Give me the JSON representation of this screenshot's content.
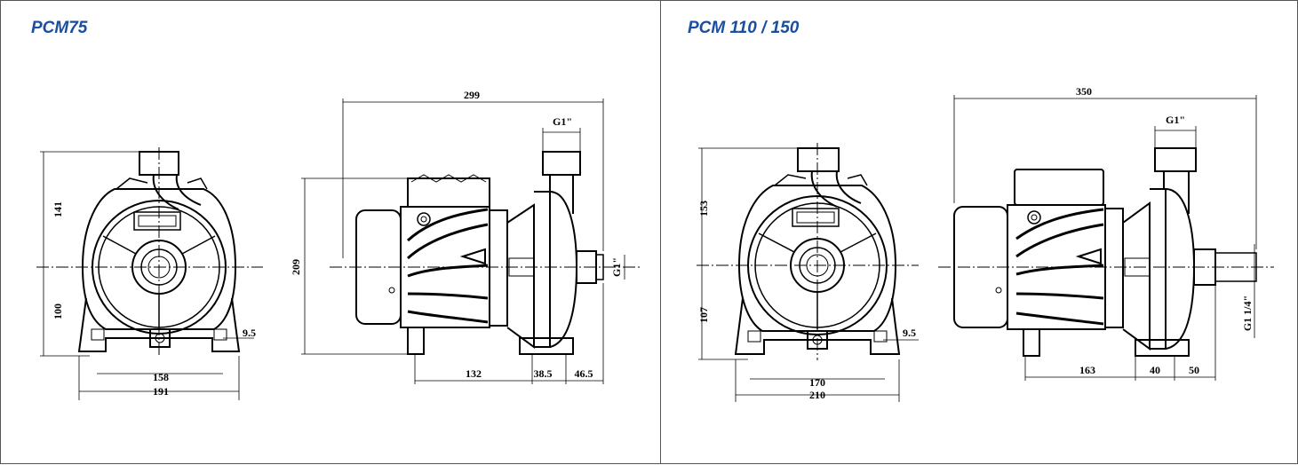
{
  "panels": [
    {
      "title": "PCM75",
      "dims": {
        "total_length": "299",
        "outlet_thread": "G1\"",
        "inlet_thread": "G1\"",
        "height_top": "141",
        "height_bottom": "100",
        "foot_hole": "9.5",
        "foot_inner": "158",
        "foot_outer": "191",
        "side_height": "209",
        "foot_to_inlet": "132",
        "inlet_face": "38.5",
        "inlet_length": "46.5"
      }
    },
    {
      "title": "PCM 110 / 150",
      "dims": {
        "total_length": "350",
        "outlet_thread": "G1\"",
        "inlet_thread": "G1 1/4\"",
        "height_top": "153",
        "height_bottom": "107",
        "foot_hole": "9.5",
        "foot_inner": "170",
        "foot_outer": "210",
        "foot_to_inlet": "163",
        "inlet_face": "40",
        "inlet_length": "50"
      }
    }
  ]
}
